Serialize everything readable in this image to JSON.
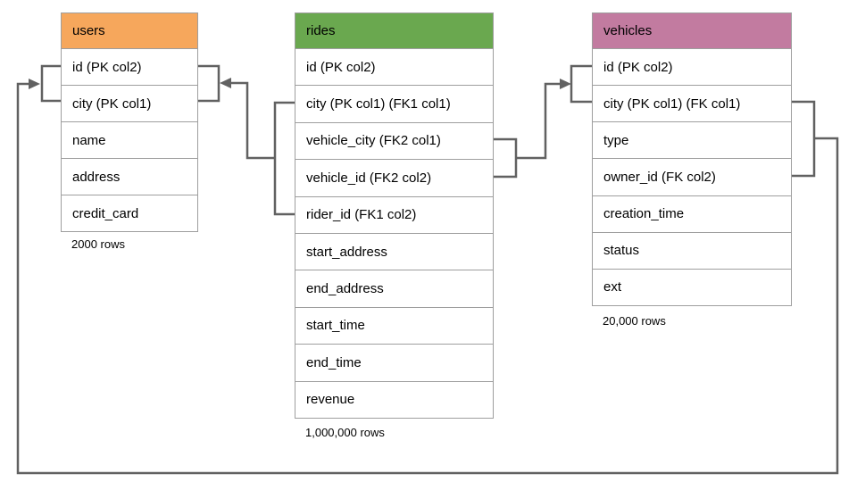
{
  "diagram": {
    "title": "database schema diagram",
    "colors": {
      "connector": "#616161",
      "table_border": "#9e9e9e",
      "text": "#000000",
      "background": "#ffffff"
    },
    "tables": [
      {
        "name": "users",
        "header_color": "#f6a75c",
        "columns": [
          "id (PK col2)",
          "city (PK col1)",
          "name",
          "address",
          "credit_card"
        ],
        "row_count_label": "2000 rows"
      },
      {
        "name": "rides",
        "header_color": "#6aa84f",
        "columns": [
          "id (PK col2)",
          "city (PK col1) (FK1 col1)",
          "vehicle_city (FK2 col1)",
          "vehicle_id (FK2 col2)",
          "rider_id (FK1 col2)",
          "start_address",
          "end_address",
          "start_time",
          "end_time",
          "revenue"
        ],
        "row_count_label": "1,000,000 rows"
      },
      {
        "name": "vehicles",
        "header_color": "#c27ba0",
        "columns": [
          "id (PK col2)",
          "city (PK col1) (FK col1)",
          "type",
          "owner_id (FK col2)",
          "creation_time",
          "status",
          "ext"
        ],
        "row_count_label": "20,000 rows"
      }
    ],
    "relationships": [
      {
        "from": "rides (city, rider_id)",
        "to": "users (id, city)",
        "label": "FK1"
      },
      {
        "from": "rides (vehicle_city, vehicle_id)",
        "to": "vehicles (id, city)",
        "label": "FK2"
      },
      {
        "from": "vehicles (city, owner_id)",
        "to": "users (id, city)",
        "label": "FK"
      }
    ]
  }
}
